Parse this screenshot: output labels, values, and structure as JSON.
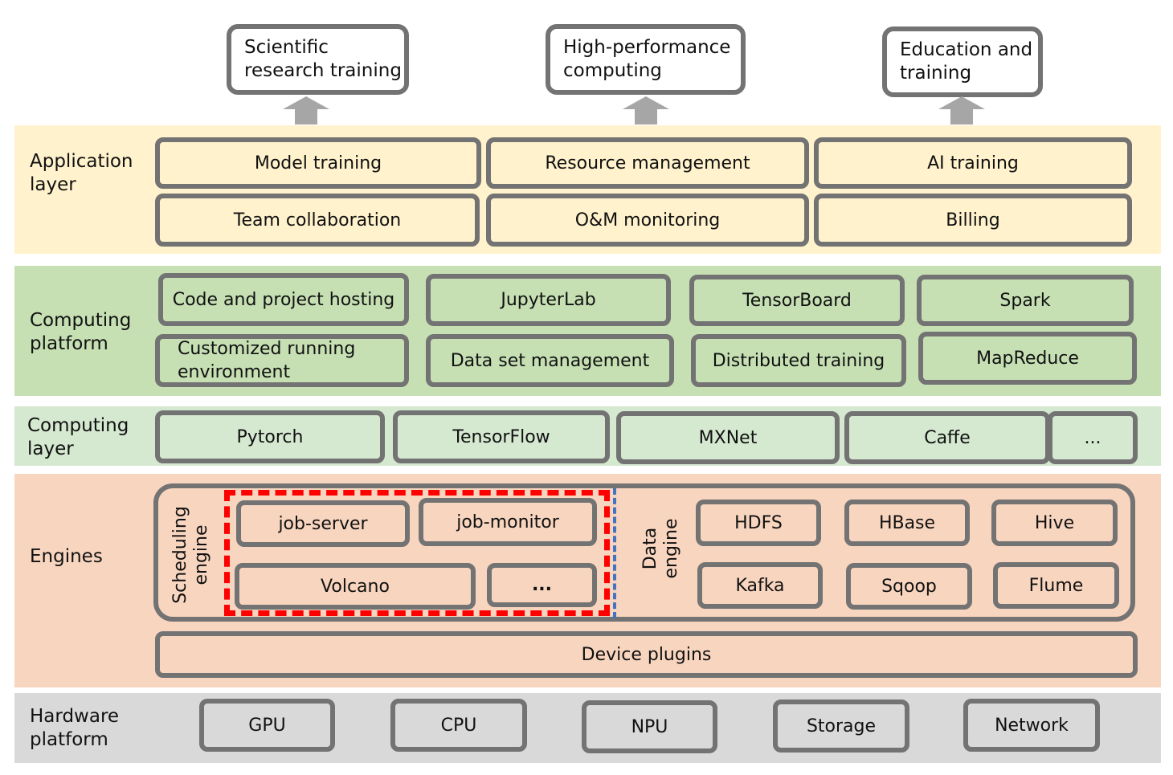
{
  "outputs": [
    {
      "label": "Scientific\nresearch training"
    },
    {
      "label": "High-performance\ncomputing"
    },
    {
      "label": "Education and\ntraining"
    }
  ],
  "application_layer": {
    "label": "Application\nlayer",
    "items": [
      "Model training",
      "Resource management",
      "AI training",
      "Team collaboration",
      "O&M monitoring",
      "Billing"
    ]
  },
  "computing_platform": {
    "label": "Computing\nplatform",
    "items": [
      "Code and project hosting",
      "JupyterLab",
      "TensorBoard",
      "Spark",
      "Customized running\nenvironment",
      "Data set management",
      "Distributed training",
      "MapReduce"
    ]
  },
  "computing_layer": {
    "label": "Computing\nlayer",
    "items": [
      "Pytorch",
      "TensorFlow",
      "MXNet",
      "Caffe",
      "..."
    ]
  },
  "engines": {
    "label": "Engines",
    "scheduling_label": "Scheduling\nengine",
    "scheduling_items": [
      "job-server",
      "job-monitor",
      "Volcano",
      "..."
    ],
    "data_label": "Data engine",
    "data_items": [
      "HDFS",
      "HBase",
      "Hive",
      "Kafka",
      "Sqoop",
      "Flume"
    ],
    "device_plugins": "Device plugins"
  },
  "hardware_platform": {
    "label": "Hardware\nplatform",
    "items": [
      "GPU",
      "CPU",
      "NPU",
      "Storage",
      "Network"
    ]
  },
  "colors": {
    "application": "#fff2cc",
    "computing_platform": "#c6e0b4",
    "computing_layer": "#d5e8d0",
    "engines": "#f8d5bf",
    "hardware": "#d9d9d9",
    "box_border": "#737373",
    "scheduling_highlight": "#ff0000",
    "divider": "#4472c4"
  }
}
